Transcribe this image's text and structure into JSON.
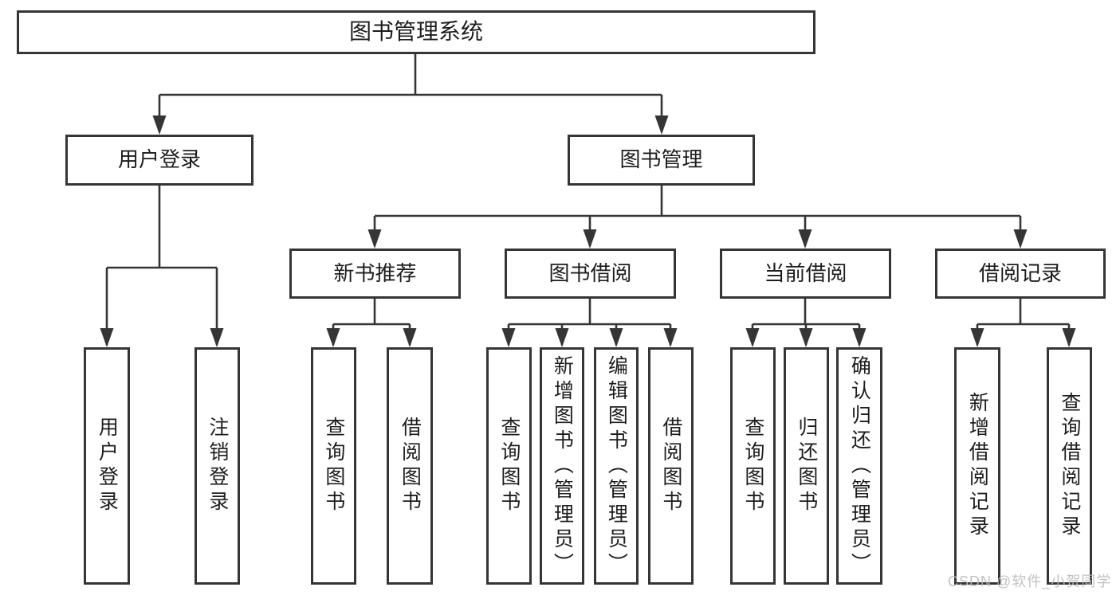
{
  "tree": {
    "label": "图书管理系统",
    "children": [
      {
        "label": "用户登录",
        "children": [
          {
            "label": "用户登录"
          },
          {
            "label": "注销登录"
          }
        ]
      },
      {
        "label": "图书管理",
        "children": [
          {
            "label": "新书推荐",
            "children": [
              {
                "label": "查询图书"
              },
              {
                "label": "借阅图书"
              }
            ]
          },
          {
            "label": "图书借阅",
            "children": [
              {
                "label": "查询图书"
              },
              {
                "label": "新增图书（管理员）"
              },
              {
                "label": "编辑图书（管理员）"
              },
              {
                "label": "借阅图书"
              }
            ]
          },
          {
            "label": "当前借阅",
            "children": [
              {
                "label": "查询图书"
              },
              {
                "label": "归还图书"
              },
              {
                "label": "确认归还（管理员）"
              }
            ]
          },
          {
            "label": "借阅记录",
            "children": [
              {
                "label": "新增借阅记录"
              },
              {
                "label": "查询借阅记录"
              }
            ]
          }
        ]
      }
    ]
  },
  "watermark": {
    "text": "CSDN @软件_小贺同学"
  },
  "colors": {
    "line": "#353535",
    "box_border": "#353535",
    "text": "#1d1d1d",
    "watermark": "#bcbcbc",
    "background": "#ffffff"
  }
}
